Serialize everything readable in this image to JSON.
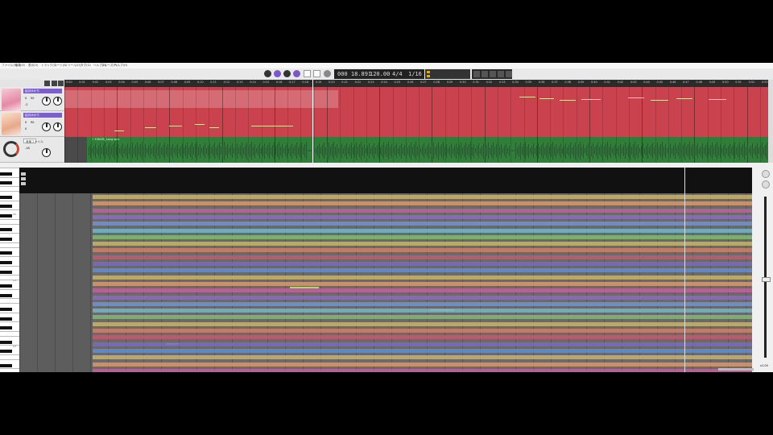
{
  "menu": [
    "ファイル(F)",
    "編集(E)",
    "表示(V)",
    "トラック(T)",
    "ノート(N)",
    "ツール(O)",
    "タグ(G)",
    "ヘルプ(H)",
    "フレーズ(P)",
    "ヘルプ(H)"
  ],
  "transport": {
    "time": "000 18.891",
    "tempo": "120.00",
    "beat": "4/4",
    "quantize": "1/16"
  },
  "tracks": [
    {
      "label": "結月ゆかり",
      "value_a": "0",
      "value_b": "50",
      "value_c": "-2"
    },
    {
      "label": "結月ゆかり",
      "value_a": "0",
      "value_b": "90",
      "value_c": "0"
    },
    {
      "label": "音楽ファイル",
      "value_a": "-18",
      "value_b": "",
      "value_c": ""
    }
  ],
  "ruler_labels": [
    "0:00",
    "0:01",
    "0:02",
    "0:03",
    "0:04",
    "0:05",
    "0:06",
    "0:07",
    "0:08",
    "0:09",
    "0:10",
    "0:11",
    "0:12",
    "0:13",
    "0:14",
    "0:15",
    "0:16",
    "0:17",
    "0:18",
    "0:19",
    "0:20",
    "0:21",
    "0:22",
    "0:23",
    "0:24",
    "0:25",
    "0:26",
    "0:27",
    "0:28",
    "0:29",
    "0:30",
    "0:31",
    "0:32",
    "0:33",
    "0:34",
    "0:35",
    "0:36",
    "0:37",
    "0:38",
    "0:39",
    "0:40",
    "0:41",
    "0:42",
    "0:43",
    "0:44",
    "0:45",
    "0:46",
    "0:47",
    "0:48",
    "0:49",
    "0:50",
    "0:51",
    "0:52",
    "0:53"
  ],
  "audio_filename": "♪ YUKARI_song.wav",
  "piano_labels": [
    "C5",
    "C4",
    "C3"
  ],
  "side": {
    "value": "x1.00"
  },
  "colors": {
    "red": "#c9424e",
    "green": "#2f7e3a",
    "accent": "#7c5fcf"
  }
}
